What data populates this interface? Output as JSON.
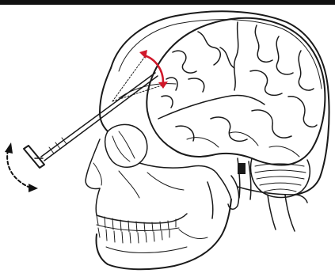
{
  "figure": {
    "frame_color": "#111111",
    "ink_color": "#1a1a1a",
    "swing_arrow_color": "#d0182a",
    "motion_arrow_color": "#111111",
    "parts": [
      "skull",
      "brain",
      "cerebellum",
      "leucotome",
      "swing-arc-arrow",
      "rocking-arrow"
    ]
  }
}
